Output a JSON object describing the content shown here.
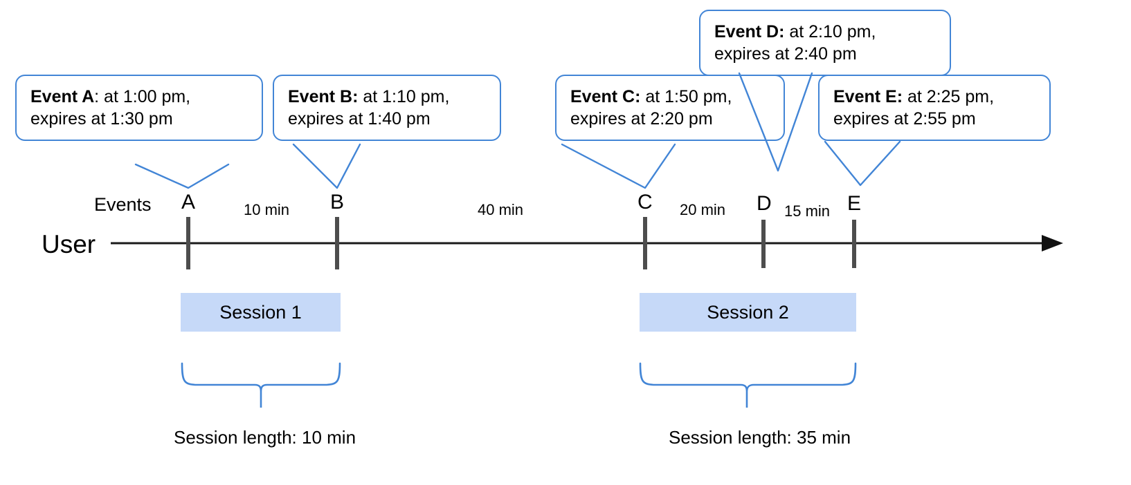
{
  "diagram": {
    "title": "User session timeline with expiring events",
    "accent_blue": "#4285d6",
    "session_fill": "#c6d9f8",
    "axis_color": "#1a1a1a",
    "tick_color": "#4d4d4d"
  },
  "rows": {
    "events_label": "Events",
    "user_label": "User"
  },
  "callouts": [
    {
      "id": "A",
      "name_bold": "Event A",
      "separator": ":",
      "line1_rest": " at 1:00 pm,",
      "line2": "expires at 1:30 pm",
      "event_time": "1:00 pm",
      "expires_time": "1:30 pm"
    },
    {
      "id": "B",
      "name_bold": "Event B:",
      "separator": "",
      "line1_rest": " at 1:10 pm,",
      "line2": "expires at 1:40 pm",
      "event_time": "1:10 pm",
      "expires_time": "1:40 pm"
    },
    {
      "id": "C",
      "name_bold": "Event C:",
      "separator": "",
      "line1_rest": " at 1:50 pm,",
      "line2": "expires at 2:20 pm",
      "event_time": "1:50 pm",
      "expires_time": "2:20 pm"
    },
    {
      "id": "D",
      "name_bold": "Event D:",
      "separator": "",
      "line1_rest": " at 2:10 pm,",
      "line2": "expires at 2:40 pm",
      "event_time": "2:10 pm",
      "expires_time": "2:40 pm"
    },
    {
      "id": "E",
      "name_bold": "Event E:",
      "separator": "",
      "line1_rest": " at 2:25 pm,",
      "line2": "expires at 2:55 pm",
      "event_time": "2:25 pm",
      "expires_time": "2:55 pm"
    }
  ],
  "markers": [
    {
      "id": "A",
      "label": "A"
    },
    {
      "id": "B",
      "label": "B"
    },
    {
      "id": "C",
      "label": "C"
    },
    {
      "id": "D",
      "label": "D"
    },
    {
      "id": "E",
      "label": "E"
    }
  ],
  "intervals": [
    {
      "from": "A",
      "to": "B",
      "label": "10 min"
    },
    {
      "from": "B",
      "to": "C",
      "label": "40 min"
    },
    {
      "from": "C",
      "to": "D",
      "label": "20 min"
    },
    {
      "from": "D",
      "to": "E",
      "label": "15 min"
    }
  ],
  "sessions": [
    {
      "id": "1",
      "bar_label": "Session 1",
      "length_label": "Session length: 10 min",
      "length_minutes": 10
    },
    {
      "id": "2",
      "bar_label": "Session 2",
      "length_label": "Session length: 35 min",
      "length_minutes": 35
    }
  ],
  "chart_data": {
    "type": "timeline",
    "title": "User session timeline with expiring events",
    "xlabel": "",
    "ylabel": "",
    "axis_label": "User",
    "row_label": "Events",
    "events": [
      {
        "label": "A",
        "time": "1:00 pm",
        "expires": "1:30 pm",
        "session": "Session 1"
      },
      {
        "label": "B",
        "time": "1:10 pm",
        "expires": "1:40 pm",
        "session": "Session 1"
      },
      {
        "label": "C",
        "time": "1:50 pm",
        "expires": "2:20 pm",
        "session": "Session 2"
      },
      {
        "label": "D",
        "time": "2:10 pm",
        "expires": "2:40 pm",
        "session": "Session 2"
      },
      {
        "label": "E",
        "time": "2:25 pm",
        "expires": "2:55 pm",
        "session": "Session 2"
      }
    ],
    "gaps": [
      {
        "between": [
          "A",
          "B"
        ],
        "minutes": 10,
        "label": "10 min"
      },
      {
        "between": [
          "B",
          "C"
        ],
        "minutes": 40,
        "label": "40 min"
      },
      {
        "between": [
          "C",
          "D"
        ],
        "minutes": 20,
        "label": "20 min"
      },
      {
        "between": [
          "D",
          "E"
        ],
        "minutes": 15,
        "label": "15 min"
      }
    ],
    "sessions": [
      {
        "name": "Session 1",
        "events": [
          "A",
          "B"
        ],
        "length_minutes": 10,
        "length_label": "Session length: 10 min"
      },
      {
        "name": "Session 2",
        "events": [
          "C",
          "D",
          "E"
        ],
        "length_minutes": 35,
        "length_label": "Session length: 35 min"
      }
    ],
    "grid": false,
    "legend": "none"
  }
}
